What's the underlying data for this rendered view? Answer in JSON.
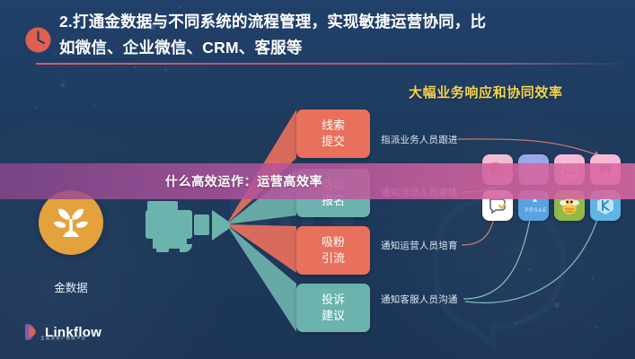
{
  "header": {
    "title": "2.打通金数据与不同系统的流程管理，实现敏捷运营协同，比\n如微信、企业微信、CRM、客服等",
    "clock_icon": "clock-icon",
    "accent_color": "#e0604f",
    "rule_color": "#d9586a"
  },
  "section": {
    "title": "大幅业务响应和协同效率",
    "title_color": "#f5d34e"
  },
  "banner": {
    "text": "什么高效运作：运营高效率",
    "bg_color": "#b7559b"
  },
  "source": {
    "logo_icon": "jinshuju-plant-logo-icon",
    "logo_bg": "#e3a23c",
    "label": "金数据"
  },
  "projector": {
    "icon": "projector-icon",
    "color": "#6cb3ad"
  },
  "flows": [
    {
      "line1": "线索",
      "line2": "提交",
      "color": "#e8705c",
      "ray_color": "#e8705c",
      "label": "指派业务人员跟进",
      "label_color": "#dfe7f0"
    },
    {
      "line1": "活动",
      "line2": "报名",
      "color": "#6cb3ad",
      "ray_color": "#6cb3ad",
      "label": "通知活动人员审核",
      "label_color": "#dfe7f0"
    },
    {
      "line1": "吸粉",
      "line2": "引流",
      "color": "#e8705c",
      "ray_color": "#e8705c",
      "label": "通知运营人员培育",
      "label_color": "#dfe7f0"
    },
    {
      "line1": "投诉",
      "line2": "建议",
      "color": "#6cb3ad",
      "ray_color": "#6cb3ad",
      "label": "通知客服人员沟通",
      "label_color": "#dfe7f0"
    }
  ],
  "apps": [
    {
      "name": "wechat-icon",
      "bg": "#f2bcd2",
      "fg": "#e87fa8"
    },
    {
      "name": "paper-plane-icon",
      "bg": "#9aa8e8",
      "fg": "#c9b6f0"
    },
    {
      "name": "mailbox-icon",
      "bg": "#f6b8d4",
      "fg": "#ffffff"
    },
    {
      "name": "check-mark-icon",
      "bg": "#f6b8d4",
      "fg": "#b96fc4"
    },
    {
      "name": "chat-bubble-icon",
      "bg": "#ffffff",
      "fg": "#5b6b7f"
    },
    {
      "name": "prsae-icon",
      "bg": "#5ba3e0",
      "fg": "#dcefff"
    },
    {
      "name": "bee-icon",
      "bg": "#8fb948",
      "fg": "#f2c14b"
    },
    {
      "name": "kuaishou-k-icon",
      "bg": "#5fb5e5",
      "fg": "#ffffff"
    }
  ],
  "brand": {
    "name": "Linkflow",
    "sub": "全渠道客户数据平台",
    "mark_icon": "linkflow-mark-icon",
    "mark_colors": [
      "#e0604f",
      "#7b5fa8"
    ]
  },
  "background": {
    "color": "#1e3a5c",
    "decor": "constellation-network"
  }
}
